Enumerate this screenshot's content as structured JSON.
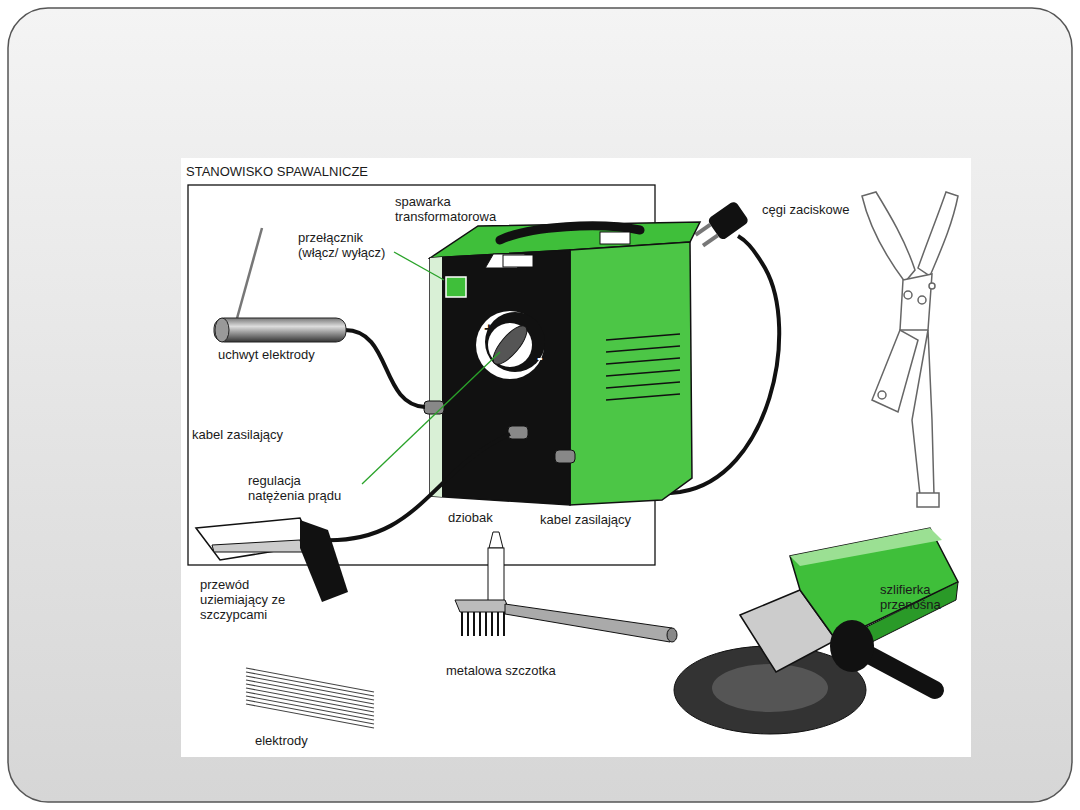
{
  "diagram": {
    "title": "STANOWISKO SPAWALNICZE",
    "labels": [
      "spawarka transformatorowa",
      "przełącznik (włącz/ wyłącz)",
      "uchwyt elektrody",
      "kabel zasilający",
      "regulacja natężenia prądu",
      "dziobak",
      "kabel zasilający",
      "przewód uziemiający ze szczypcami",
      "metalowa szczotka",
      "elektrody",
      "cęgi zaciskowe",
      "szlifierka przenośna",
      "+",
      "-"
    ]
  }
}
